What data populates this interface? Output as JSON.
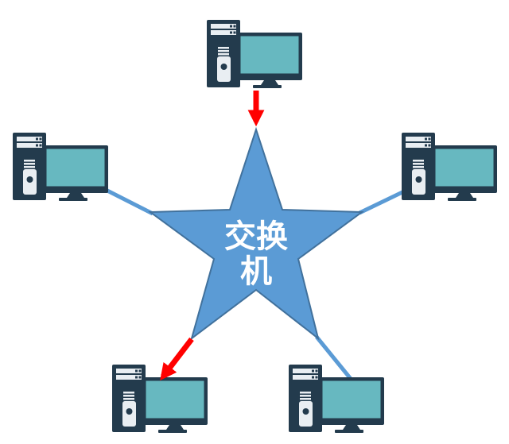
{
  "diagram": {
    "type": "star-topology-network",
    "star_label": "交换机",
    "nodes": [
      {
        "id": "switch",
        "shape": "five-point-star",
        "label": "交换机"
      },
      {
        "id": "computer-top",
        "icon": "desktop-computer-icon"
      },
      {
        "id": "computer-left",
        "icon": "desktop-computer-icon"
      },
      {
        "id": "computer-right",
        "icon": "desktop-computer-icon"
      },
      {
        "id": "computer-bottom-left",
        "icon": "desktop-computer-icon"
      },
      {
        "id": "computer-bottom-right",
        "icon": "desktop-computer-icon"
      }
    ],
    "edges": [
      {
        "from": "computer-top",
        "to": "switch",
        "style": "red-arrow"
      },
      {
        "from": "switch",
        "to": "computer-bottom-left",
        "style": "red-arrow"
      },
      {
        "from": "computer-left",
        "to": "switch",
        "style": "blue-line"
      },
      {
        "from": "computer-right",
        "to": "switch",
        "style": "blue-line"
      },
      {
        "from": "switch",
        "to": "computer-bottom-right",
        "style": "blue-line"
      }
    ],
    "colors": {
      "background": "#ffffff",
      "star_fill": "#5b9bd5",
      "star_outline": "#41719c",
      "connector_blue": "#5b9bd5",
      "arrow_red": "#ff0000",
      "computer_body": "#233b4d",
      "screen_teal": "#67b8c0",
      "label_text": "#ffffff"
    }
  }
}
